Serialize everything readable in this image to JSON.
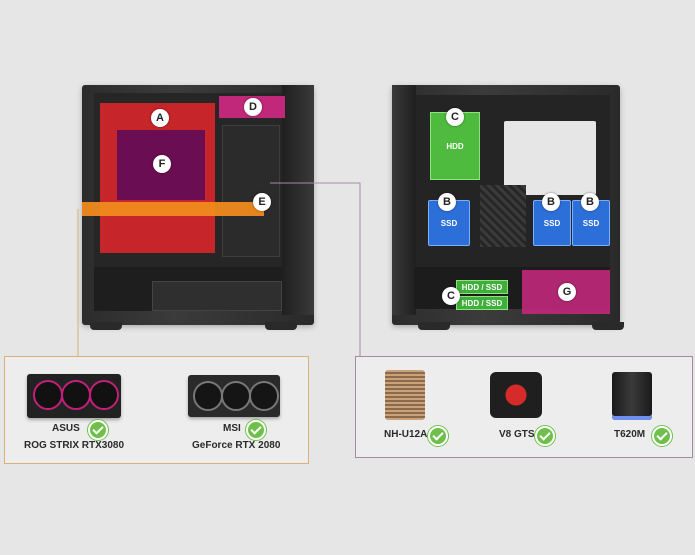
{
  "left_case": {
    "zones": {
      "a": {
        "label": "A"
      },
      "d": {
        "label": "D"
      },
      "e": {
        "label": "E"
      },
      "f": {
        "label": "F"
      }
    }
  },
  "right_case": {
    "zones": {
      "c_top": {
        "letter": "C",
        "text": "HDD"
      },
      "b1": {
        "letter": "B",
        "text": "SSD"
      },
      "b2": {
        "letter": "B",
        "text": "SSD"
      },
      "b3": {
        "letter": "B",
        "text": "SSD"
      },
      "c_bottom": {
        "letter": "C",
        "bay1": "HDD / SSD",
        "bay2": "HDD / SSD"
      },
      "g": {
        "label": "G"
      }
    }
  },
  "gpu_panel": {
    "items": [
      {
        "brand": "ASUS",
        "model": "ROG STRIX RTX3080"
      },
      {
        "brand": "MSI",
        "model": "GeForce RTX 2080"
      }
    ]
  },
  "cooler_panel": {
    "items": [
      {
        "name": "NH-U12A"
      },
      {
        "name": "V8 GTS"
      },
      {
        "name": "T620M"
      }
    ]
  },
  "colors": {
    "zone_red": "#d4262a",
    "zone_purple": "#6b0d52",
    "zone_orange": "#f08a1c",
    "zone_magenta": "#c2287a",
    "bay_green": "#3fae3a",
    "bay_blue": "#2d6fd8",
    "gpu_border": "#d8b27a",
    "cooler_border": "#a58aa3",
    "check_green": "#6ec04a"
  }
}
